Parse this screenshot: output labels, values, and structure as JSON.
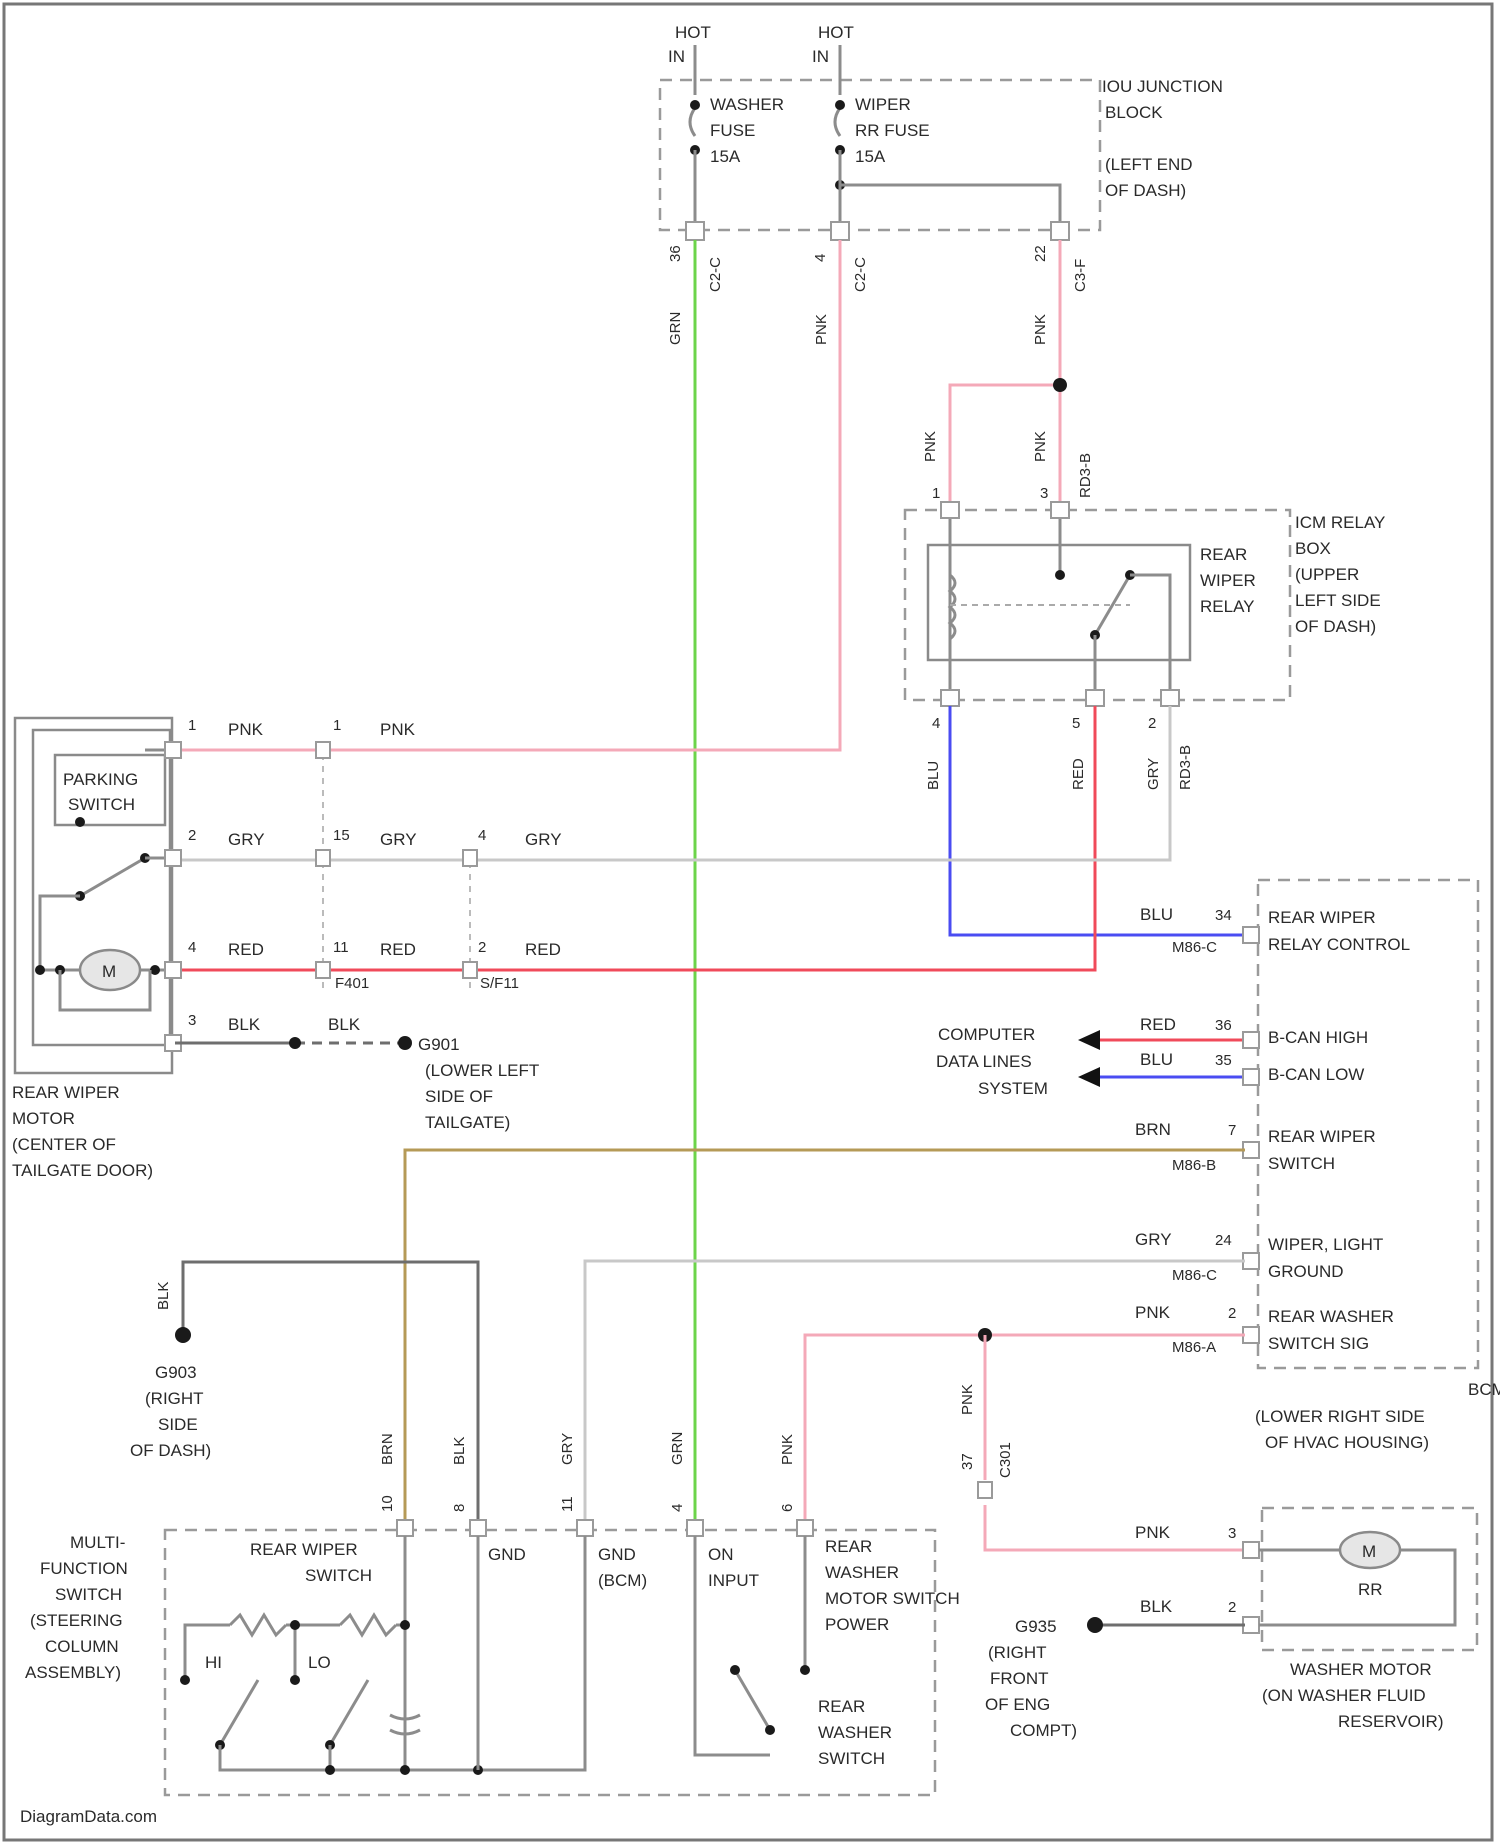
{
  "power": {
    "hot_left": "HOT",
    "in_left": "IN",
    "hot_right": "HOT",
    "in_right": "IN"
  },
  "iou_block": {
    "line1": "IOU JUNCTION",
    "line2": "BLOCK",
    "loc1": "(LEFT END",
    "loc2": "OF DASH)"
  },
  "fuses": [
    {
      "l1": "WASHER",
      "l2": "FUSE",
      "l3": "15A"
    },
    {
      "l1": "WIPER",
      "l2": "RR FUSE",
      "l3": "15A"
    }
  ],
  "fuse_pins": [
    {
      "pin": "36",
      "conn": "C2-C"
    },
    {
      "pin": "4",
      "conn": "C2-C"
    },
    {
      "pin": "22",
      "conn": "C3-F"
    }
  ],
  "wire_colors": {
    "grn": "GRN",
    "pnk": "PNK",
    "blu": "BLU",
    "red": "RED",
    "gry": "GRY",
    "blk": "BLK",
    "brn": "BRN"
  },
  "relay": {
    "name1": "REAR",
    "name2": "WIPER",
    "name3": "RELAY",
    "box1": "ICM RELAY",
    "box2": "BOX",
    "box3": "(UPPER",
    "box4": "LEFT SIDE",
    "box5": "OF DASH)",
    "top_pin_a": "1",
    "top_pin_b": "3",
    "top_conn": "RD3-B",
    "bot_pin_a": "4",
    "bot_pin_b": "5",
    "bot_pin_c": "2",
    "bot_conn": "RD3-B"
  },
  "motor": {
    "park1": "PARKING",
    "park2": "SWITCH",
    "m": "M",
    "cap1": "REAR WIPER",
    "cap2": "MOTOR",
    "cap3": "(CENTER OF",
    "cap4": "TAILGATE DOOR)",
    "pins": [
      "1",
      "2",
      "4",
      "3"
    ],
    "mid_pins": [
      "1",
      "15",
      "11",
      "2",
      "4"
    ],
    "conn_a": "F401",
    "conn_b": "S/F11"
  },
  "ground_tailgate": {
    "id": "G901",
    "l1": "(LOWER LEFT",
    "l2": "SIDE OF",
    "l3": "TAILGATE)"
  },
  "bcm": {
    "pins": [
      {
        "pin": "34",
        "conn": "M86-C",
        "l1": "REAR WIPER",
        "l2": "RELAY CONTROL"
      },
      {
        "pin": "36",
        "conn": "",
        "l1": "B-CAN HIGH",
        "l2": ""
      },
      {
        "pin": "35",
        "conn": "",
        "l1": "B-CAN LOW",
        "l2": ""
      },
      {
        "pin": "7",
        "conn": "M86-B",
        "l1": "REAR WIPER",
        "l2": "SWITCH"
      },
      {
        "pin": "24",
        "conn": "M86-C",
        "l1": "WIPER, LIGHT",
        "l2": "GROUND"
      },
      {
        "pin": "2",
        "conn": "M86-A",
        "l1": "REAR WASHER",
        "l2": "SWITCH SIG"
      }
    ],
    "id": "BCM",
    "loc1": "(LOWER RIGHT SIDE",
    "loc2": "OF HVAC HOUSING)"
  },
  "computer": {
    "l1": "COMPUTER",
    "l2": "DATA LINES",
    "l3": "SYSTEM"
  },
  "ground_dash": {
    "id": "G903",
    "l1": "(RIGHT",
    "l2": "SIDE",
    "l3": "OF DASH)"
  },
  "mfs": {
    "l1": "MULTI-",
    "l2": "FUNCTION",
    "l3": "SWITCH",
    "l4": "(STEERING",
    "l5": "COLUMN",
    "l6": "ASSEMBLY)",
    "rws1": "REAR WIPER",
    "rws2": "SWITCH",
    "gnd": "GND",
    "gnd_bcm1": "GND",
    "gnd_bcm2": "(BCM)",
    "on1": "ON",
    "on2": "INPUT",
    "rwm1": "REAR",
    "rwm2": "WASHER",
    "rwm3": "MOTOR SWITCH",
    "rwm4": "POWER",
    "hi": "HI",
    "lo": "LO",
    "rws_sw1": "REAR",
    "rws_sw2": "WASHER",
    "rws_sw3": "SWITCH",
    "pins": [
      "10",
      "8",
      "11",
      "4",
      "6"
    ]
  },
  "washer_pin": {
    "pin": "37",
    "conn": "C301"
  },
  "washer_motor": {
    "m": "M",
    "rr": "RR",
    "pin_a": "3",
    "pin_b": "2",
    "l1": "WASHER MOTOR",
    "l2": "(ON WASHER FLUID",
    "l3": "RESERVOIR)"
  },
  "ground_engine": {
    "id": "G935",
    "l1": "(RIGHT",
    "l2": "FRONT",
    "l3": "OF ENG",
    "l4": "COMPT)"
  },
  "watermark": "DiagramData.com"
}
